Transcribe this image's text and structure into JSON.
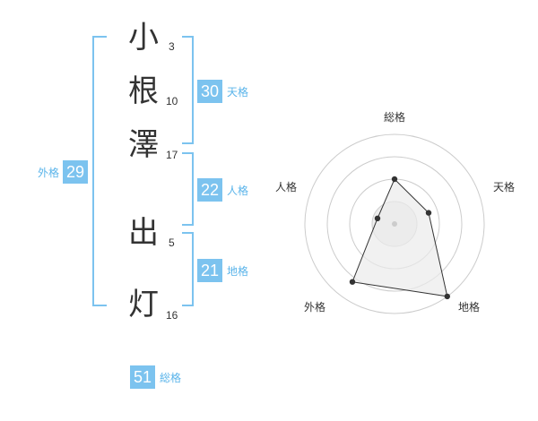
{
  "name": {
    "chars": [
      {
        "char": "小",
        "strokes": "3"
      },
      {
        "char": "根",
        "strokes": "10"
      },
      {
        "char": "澤",
        "strokes": "17"
      },
      {
        "char": "出",
        "strokes": "5"
      },
      {
        "char": "灯",
        "strokes": "16"
      }
    ]
  },
  "fortunes": {
    "tenkaku": {
      "value": "30",
      "label": "天格"
    },
    "jinkaku": {
      "value": "22",
      "label": "人格"
    },
    "chikaku": {
      "value": "21",
      "label": "地格"
    },
    "gaikaku": {
      "value": "29",
      "label": "外格"
    },
    "soukaku": {
      "value": "51",
      "label": "総格"
    }
  },
  "radar": {
    "axes": [
      "総格",
      "天格",
      "地格",
      "外格",
      "人格"
    ],
    "values": [
      0.5,
      0.4,
      1.0,
      0.8,
      0.2
    ],
    "rings": 4,
    "colors": {
      "ring": "#cccccc",
      "fill": "#eeeeee",
      "line": "#333333",
      "point": "#333333",
      "center": "#cccccc"
    }
  },
  "colors": {
    "accent": "#7cc3ef",
    "label": "#5ab4ea",
    "text": "#333333"
  }
}
